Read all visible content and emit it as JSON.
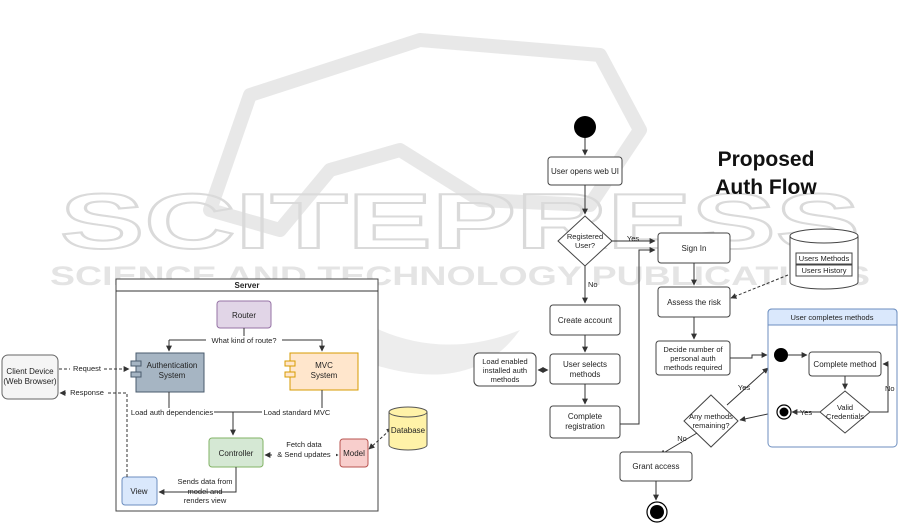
{
  "watermark": {
    "main": "SCITEPRESS",
    "sub": "SCIENCE AND TECHNOLOGY PUBLICATIONS"
  },
  "left_diagram": {
    "server_title": "Server",
    "router": "Router",
    "route_question": "What kind of route?",
    "auth_system": [
      "Authentication",
      "System"
    ],
    "mvc_system": [
      "MVC",
      "System"
    ],
    "load_auth": "Load auth dependencies",
    "load_mvc": "Load standard MVC",
    "controller": "Controller",
    "model": "Model",
    "database": "Database",
    "view": "View",
    "fetch_data": [
      "Fetch data",
      "& Send updates"
    ],
    "sends_data": [
      "Sends data from",
      "model and",
      "renders view"
    ],
    "client": [
      "Client Device",
      "(Web Browser)"
    ],
    "request": "Request",
    "response": "Response"
  },
  "right_diagram": {
    "title": [
      "Proposed",
      "Auth Flow"
    ],
    "user_opens": "User opens web UI",
    "registered": [
      "Registered",
      "User?"
    ],
    "yes_label": "Yes",
    "no_label": "No",
    "sign_in": "Sign In",
    "users_methods": "Users Methods",
    "users_history": "Users History",
    "assess_risk": "Assess the risk",
    "create_account": "Create account",
    "user_selects": [
      "User selects",
      "methods"
    ],
    "load_enabled": [
      "Load enabled",
      "installed auth",
      "methods"
    ],
    "complete_registration": [
      "Complete",
      "registration"
    ],
    "decide_number": [
      "Decide number of",
      "personal auth",
      "methods required"
    ],
    "any_methods": [
      "Any methods",
      "remaining?"
    ],
    "grant_access": "Grant access",
    "swimlane_title": "User completes methods",
    "complete_method": "Complete method",
    "valid_credentials": [
      "Valid",
      "Credentials"
    ]
  }
}
